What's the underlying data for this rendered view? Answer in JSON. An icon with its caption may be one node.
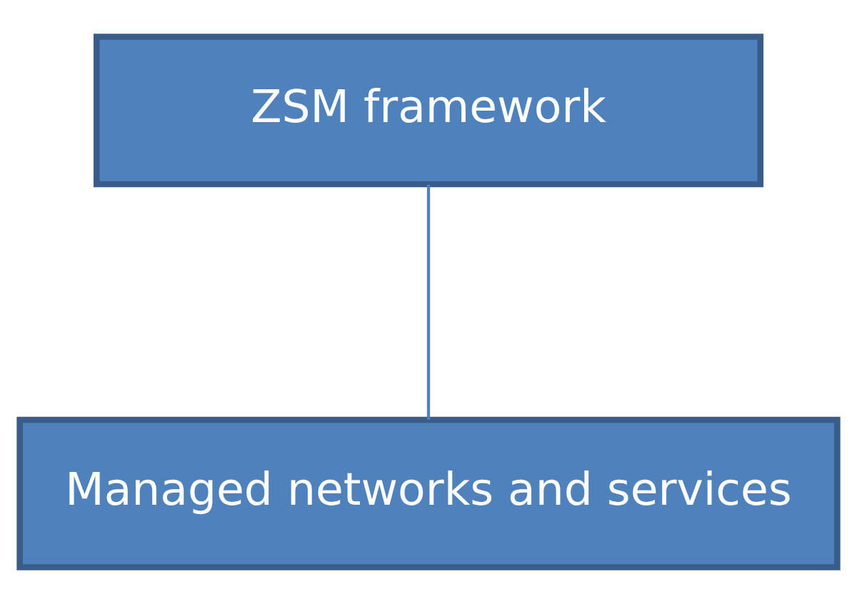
{
  "diagram": {
    "nodes": [
      {
        "text": [
          "ZSM framework"
        ]
      },
      {
        "text": [
          "Managed networks and services"
        ]
      }
    ],
    "edges": [
      {
        "from": 0,
        "to": 1,
        "arrow": "none"
      }
    ]
  }
}
